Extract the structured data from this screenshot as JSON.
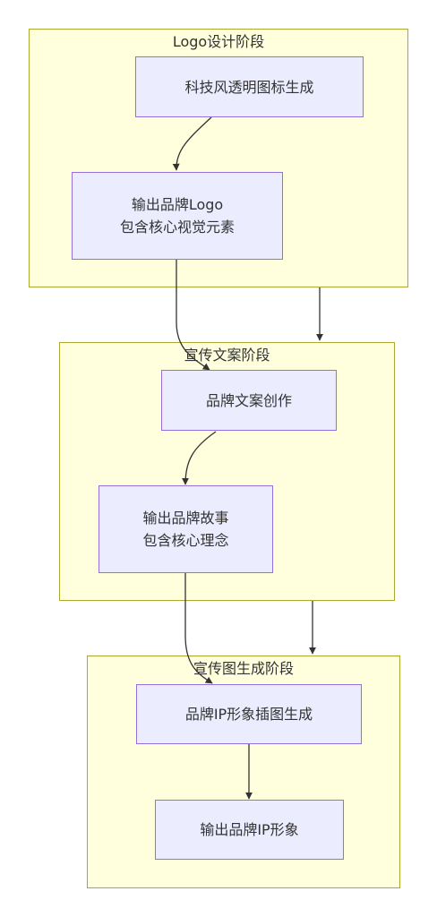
{
  "clusters": {
    "logo": {
      "title": "Logo设计阶段"
    },
    "copy": {
      "title": "宣传文案阶段"
    },
    "poster": {
      "title": "宣传图生成阶段"
    }
  },
  "nodes": {
    "tech_icon": {
      "line1": "科技风透明图标生成"
    },
    "brand_logo": {
      "line1": "输出品牌Logo",
      "line2": "包含核心视觉元素"
    },
    "brand_copy": {
      "line1": "品牌文案创作"
    },
    "brand_story": {
      "line1": "输出品牌故事",
      "line2": "包含核心理念"
    },
    "ip_illustration": {
      "line1": "品牌IP形象插图生成"
    },
    "ip_output": {
      "line1": "输出品牌IP形象"
    }
  },
  "colors": {
    "cluster_fill": "#ffffde",
    "cluster_border": "#aaaa33",
    "node_fill": "#ececff",
    "node_border": "#9370db",
    "edge": "#333333"
  }
}
